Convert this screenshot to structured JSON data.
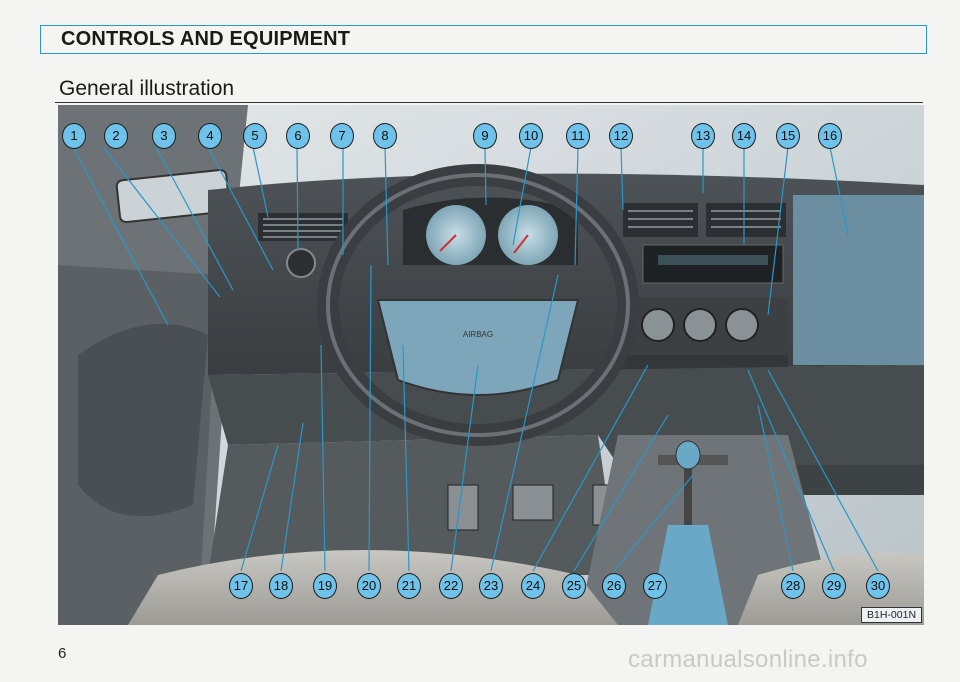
{
  "header": {
    "title": "CONTROLS AND EQUIPMENT"
  },
  "subheading": "General illustration",
  "figure": {
    "callouts_top": [
      "1",
      "2",
      "3",
      "4",
      "5",
      "6",
      "7",
      "8",
      "9",
      "10",
      "11",
      "12",
      "13",
      "14",
      "15",
      "16"
    ],
    "callouts_bottom": [
      "17",
      "18",
      "19",
      "20",
      "21",
      "22",
      "23",
      "24",
      "25",
      "26",
      "27",
      "28",
      "29",
      "30"
    ],
    "reference_code": "B1H-001N",
    "airbag_label": "AIRBAG",
    "colors": {
      "callout_fill": "#6fc3ea",
      "frame_blue": "#2a97c9",
      "gauge_blue": "#8fb7c7"
    }
  },
  "page_number": "6",
  "watermark": "carmanualsonline.info"
}
